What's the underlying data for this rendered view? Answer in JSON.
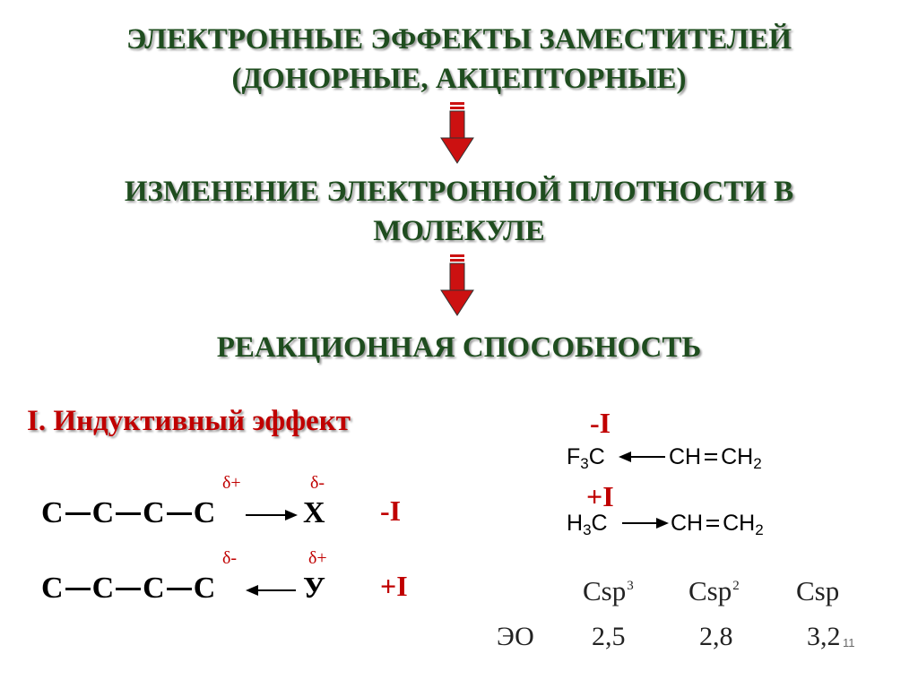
{
  "headings": {
    "line1": "ЭЛЕКТРОННЫЕ ЭФФЕКТЫ ЗАМЕСТИТЕЛЕЙ",
    "line2": "(ДОНОРНЫЕ, АКЦЕПТОРНЫЕ)",
    "line3": "ИЗМЕНЕНИЕ ЭЛЕКТРОННОЙ ПЛОТНОСТИ В",
    "line4": "МОЛЕКУЛЕ",
    "line5": "РЕАКЦИОННАЯ СПОСОБНОСТЬ"
  },
  "colors": {
    "heading": "#1f4d1f",
    "accent": "#c00000",
    "arrow_fill": "#cc1111"
  },
  "section_title": "I. Индуктивный эффект",
  "chains": {
    "atom": "C",
    "row1": {
      "delta_left": "δ+",
      "delta_right": "δ-",
      "substituent": "X",
      "effect": "-I"
    },
    "row2": {
      "delta_left": "δ-",
      "delta_right": "δ+",
      "substituent": "У",
      "effect": "+I"
    }
  },
  "examples": {
    "ex1": {
      "effect": "-I",
      "left": "F",
      "left_sub": "3",
      "left_tail": "C",
      "right1": "CH",
      "right2": "CH",
      "right_sub": "2"
    },
    "ex2": {
      "effect": "+I",
      "left": "H",
      "left_sub": "3",
      "left_tail": "C",
      "right1": "CH",
      "right2": "CH",
      "right_sub": "2"
    }
  },
  "hybridization": {
    "labels": [
      {
        "base": "Csp",
        "sup": "3"
      },
      {
        "base": "Csp",
        "sup": "2"
      },
      {
        "base": "Csp",
        "sup": ""
      }
    ],
    "eo_label": "ЭО",
    "eo_values": [
      "2,5",
      "2,8",
      "3,2"
    ]
  },
  "slide_number": "11"
}
